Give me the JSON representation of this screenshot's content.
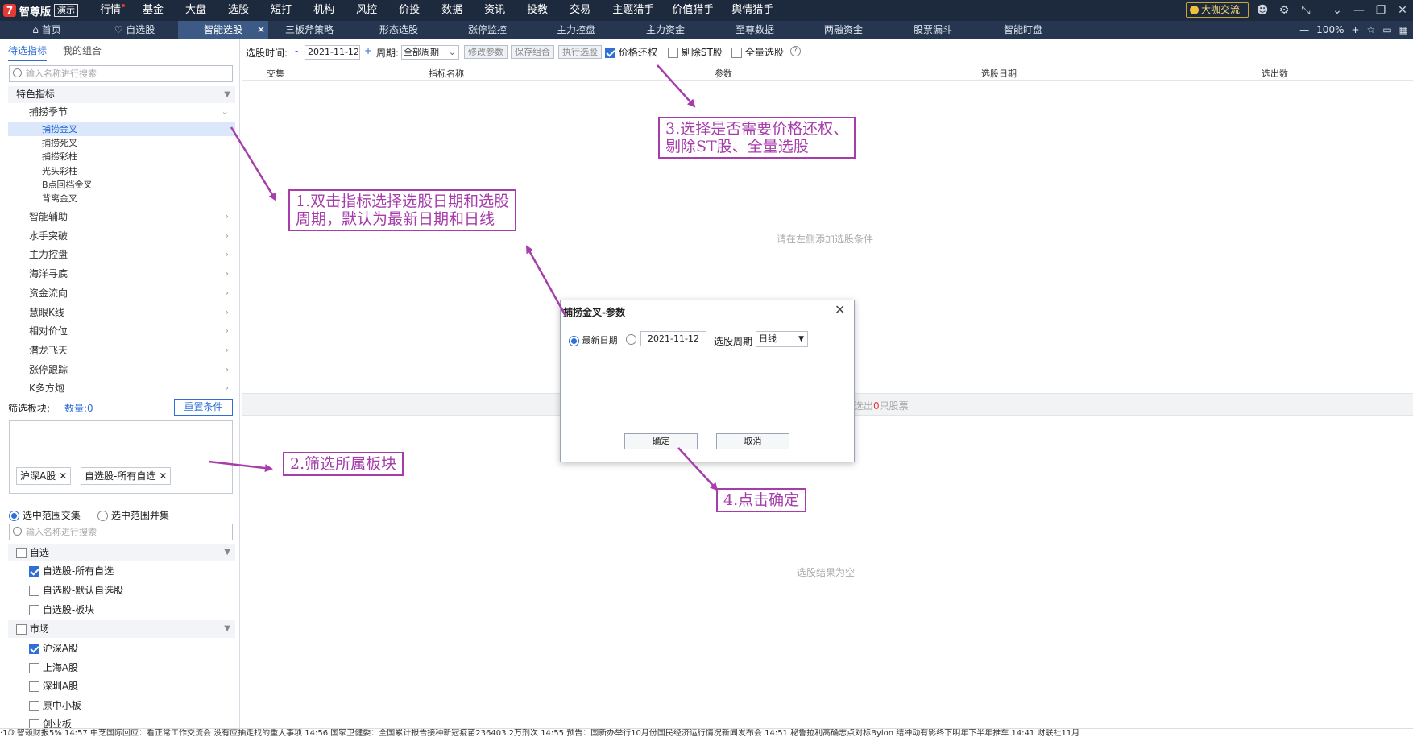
{
  "app": {
    "logo_char": "7",
    "name": "智尊版",
    "badge": "演示"
  },
  "menu": [
    "行情",
    "基金",
    "大盘",
    "选股",
    "短打",
    "机构",
    "风控",
    "价投",
    "数据",
    "资讯",
    "投教",
    "交易",
    "主题猎手",
    "价值猎手",
    "舆情猎手"
  ],
  "daka_label": "大咖交流",
  "tabs": [
    "首页",
    "自选股",
    "智能选股",
    "三板斧策略",
    "形态选股",
    "涨停监控",
    "主力控盘",
    "主力资金",
    "至尊数据",
    "两融资金",
    "股票漏斗",
    "智能盯盘"
  ],
  "active_tab": "智能选股",
  "zoom": "100%",
  "left": {
    "tab_indicators": "待选指标",
    "tab_combo": "我的组合",
    "search_placeholder": "输入名称进行搜索",
    "cat_special": "特色指标",
    "sub_season": "捕捞季节",
    "leaves": [
      "捕捞金叉",
      "捕捞死叉",
      "捕捞彩柱",
      "光头彩柱",
      "B点回档金叉",
      "背离金叉"
    ],
    "subs": [
      "智能辅助",
      "水手突破",
      "主力控盘",
      "海洋寻底",
      "资金流向",
      "慧眼K线",
      "相对价位",
      "潜龙飞天",
      "涨停跟踪",
      "K多方炮"
    ],
    "filter_label": "筛选板块:",
    "count_label": "数量:0",
    "reset_btn": "重置条件",
    "chips": [
      "沪深A股",
      "自选股-所有自选"
    ],
    "radio_intersect": "选中范围交集",
    "radio_union": "选中范围并集",
    "search2_placeholder": "输入名称进行搜索",
    "group_self": "自选",
    "self_items": [
      "自选股-所有自选",
      "自选股-默认自选股",
      "自选股-板块"
    ],
    "group_market": "市场",
    "market_items": [
      "沪深A股",
      "上海A股",
      "深圳A股",
      "原中小板",
      "创业板"
    ]
  },
  "toolbar": {
    "time_label": "选股时间:",
    "minus": "-",
    "date": "2021-11-12",
    "plus": "+",
    "period_label": "周期:",
    "period_value": "全部周期",
    "btn_modify": "修改参数",
    "btn_save": "保存组合",
    "btn_exec": "执行选股",
    "chk_restore": "价格还权",
    "chk_st": "剔除ST股",
    "chk_full": "全量选股",
    "help": "?"
  },
  "table_headers": [
    "交集",
    "指标名称",
    "参数",
    "选股日期",
    "选出数"
  ],
  "hint_add": "请在左侧添加选股条件",
  "result_prefix": "选出",
  "result_count": "0",
  "result_suffix": "只股票",
  "hint_empty": "选股结果为空",
  "dialog": {
    "title": "捕捞金叉-参数",
    "radio_latest": "最新日期",
    "date": "2021-11-12",
    "period_label": "选股周期",
    "period_value": "日线",
    "ok": "确定",
    "cancel": "取消"
  },
  "notes": {
    "n1_l1": "1.双击指标选择选股日期和选股",
    "n1_l2": "周期，默认为最新日期和日线",
    "n2": "2.筛选所属板块",
    "n3_l1": "3.选择是否需要价格还权、",
    "n3_l2": "剔除ST股、全量选股",
    "n4": "4.点击确定"
  },
  "status": "·1ⅅ 智赖财报5%    14:57 中芝国际回应：看正常工作交流会 没有应抽走找的重大事项      14:56 国家卫健委：全国累计报告接种新冠疫苗236403.2万剂次      14:55 预告：国新办举行10月份国民经济运行情况新闻发布会      14:51 秘鲁拉利高确志点对标Bylon 结冲动有影终下明年下半年推车      14:41 财联社11月"
}
